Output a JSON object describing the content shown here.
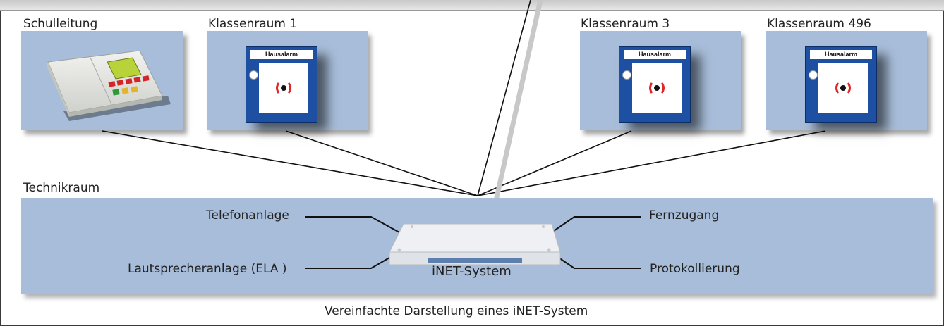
{
  "rooms": {
    "schulleitung": "Schulleitung",
    "klassenraum_1": "Klassenraum 1",
    "klassenraum_3": "Klassenraum 3",
    "klassenraum_496": "Klassenraum 496"
  },
  "device": {
    "plate_text": "Hausalarm"
  },
  "technik": {
    "title": "Technikraum",
    "system_label": "iNET-System",
    "left_labels": [
      "Telefonanlage",
      "Lautsprecheranlage (ELA )"
    ],
    "right_labels": [
      "Fernzugang",
      "Protokollierung"
    ]
  },
  "footer": "Vereinfachte Darstellung eines iNET-System",
  "colors": {
    "panel": "#a7bdd9",
    "alarm_blue": "#1d4fa3",
    "alarm_red": "#e0262b"
  }
}
